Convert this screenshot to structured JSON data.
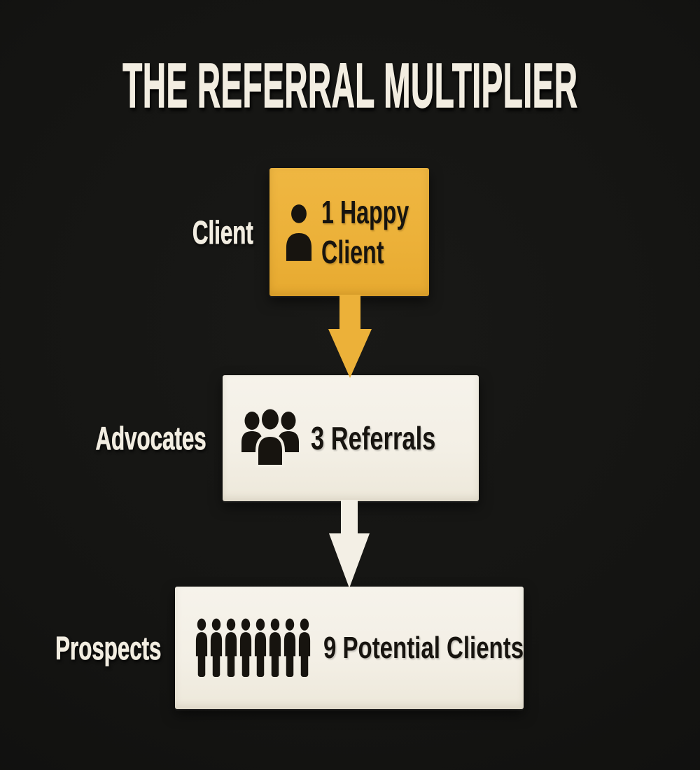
{
  "title": "THE REFERRAL MULTIPLIER",
  "colors": {
    "background": "#131311",
    "accent_yellow": "#ECB139",
    "card_cream": "#F3EFE5",
    "ink_dark": "#17140F",
    "text_light": "#F2EDE1"
  },
  "stages": [
    {
      "label": "Client",
      "value": "1 Happy Client",
      "value_lines": [
        "1 Happy",
        "Client"
      ],
      "icon": "person-icon",
      "people_shown": 1,
      "card_color": "#ECB139"
    },
    {
      "label": "Advocates",
      "value": "3 Referrals",
      "icon": "people-group-icon",
      "people_shown": 3,
      "card_color": "#F3EFE5"
    },
    {
      "label": "Prospects",
      "value": "9 Potential Clients",
      "icon": "people-row-icon",
      "people_shown": 8,
      "card_color": "#F3EFE5"
    }
  ],
  "arrows": [
    {
      "from": "Client",
      "to": "Advocates",
      "direction": "down",
      "color": "#ECB139"
    },
    {
      "from": "Advocates",
      "to": "Prospects",
      "direction": "down",
      "color": "#F3EFE5"
    }
  ]
}
